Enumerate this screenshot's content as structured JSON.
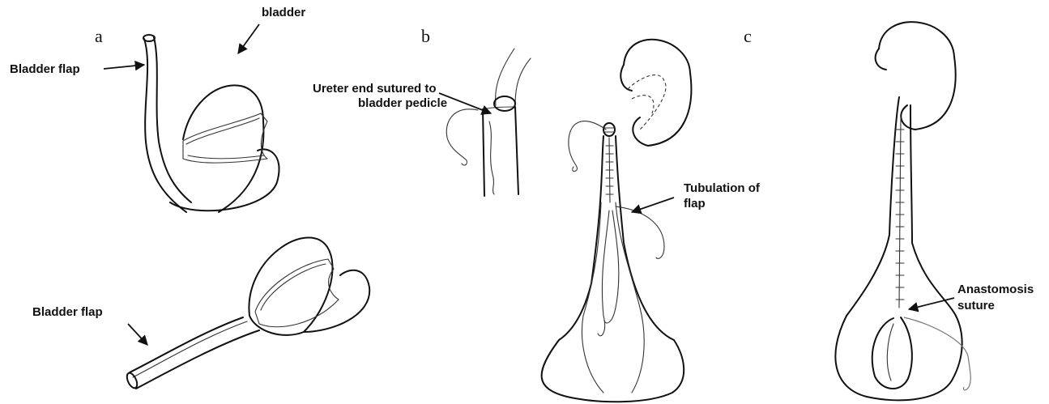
{
  "panels": {
    "a": "a",
    "b": "b",
    "c": "c"
  },
  "labels": {
    "bladder": "bladder",
    "bladder_flap_top": "Bladder flap",
    "bladder_flap_bottom": "Bladder flap",
    "ureter_line1": "Ureter end sutured to",
    "ureter_line2": "bladder pedicle",
    "tubulation_line1": "Tubulation of",
    "tubulation_line2": "flap",
    "anastomosis_line1": "Anastomosis",
    "anastomosis_line2": "suture"
  },
  "colors": {
    "ink": "#111111",
    "background": "#ffffff"
  }
}
